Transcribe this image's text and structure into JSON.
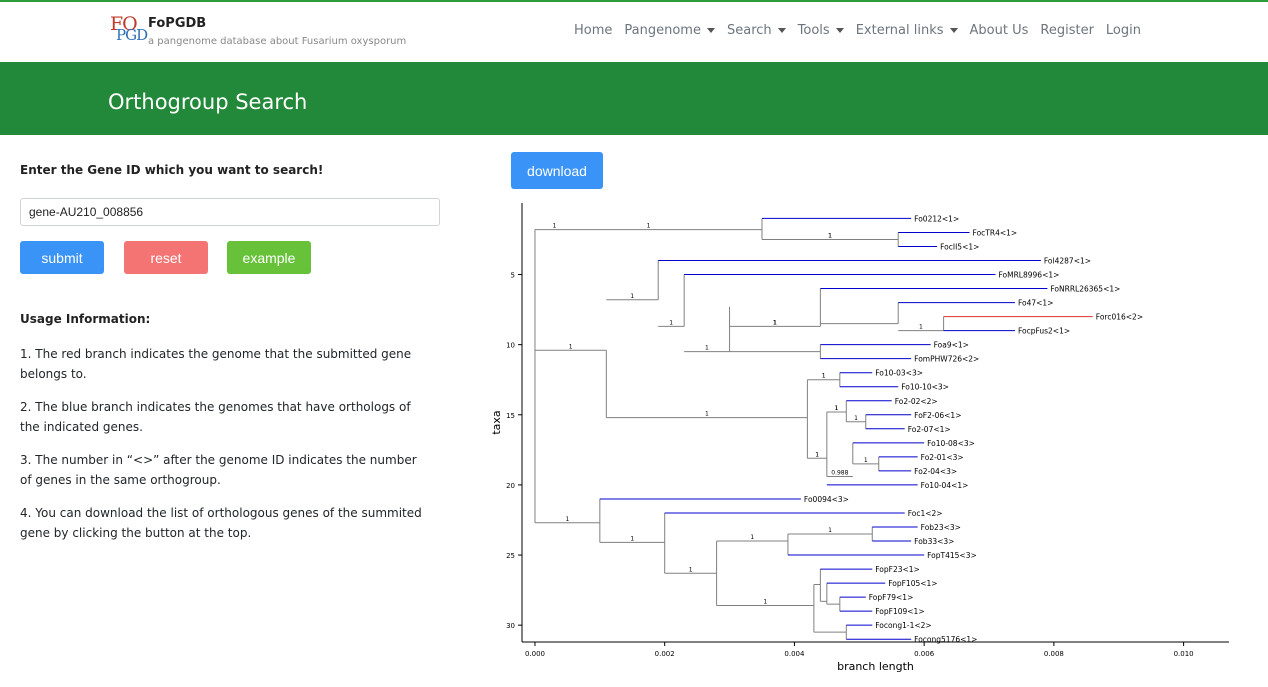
{
  "app": {
    "logo_text_top": "FO",
    "logo_text_bottom": "PGD",
    "name": "FoPGDB",
    "subtitle": "a pangenome database about Fusarium oxysporum"
  },
  "nav": [
    {
      "label": "Home",
      "dropdown": false
    },
    {
      "label": "Pangenome",
      "dropdown": true
    },
    {
      "label": "Search",
      "dropdown": true
    },
    {
      "label": "Tools",
      "dropdown": true
    },
    {
      "label": "External links",
      "dropdown": true
    },
    {
      "label": "About Us",
      "dropdown": false
    },
    {
      "label": "Register",
      "dropdown": false
    },
    {
      "label": "Login",
      "dropdown": false
    }
  ],
  "page": {
    "title": "Orthogroup Search"
  },
  "search": {
    "label": "Enter the Gene ID which you want to search!",
    "value": "gene-AU210_008856",
    "submit": "submit",
    "reset": "reset",
    "example": "example"
  },
  "usage": {
    "title": "Usage Information:",
    "items": [
      "1. The red branch indicates the genome that the submitted gene belongs to.",
      "2. The blue branch indicates the genomes that have orthologs of the indicated genes.",
      "3. The number in “<>” after the genome ID indicates the number of genes in the same orthogroup.",
      "4. You can download the list of orthologous genes of the summited gene by clicking the button at the top."
    ]
  },
  "download": {
    "label": "download"
  },
  "colors": {
    "green": "#23893a",
    "blue_branch": "#0000cc",
    "red_branch": "#e03030",
    "internal_branch": "#808080",
    "primary": "#3a93f6"
  },
  "chart_data": {
    "type": "tree",
    "xlabel": "branch length",
    "ylabel": "taxa",
    "xlim": [
      -0.0002,
      0.0107
    ],
    "ylim": [
      31.2,
      -0.1
    ],
    "x_ticks": [
      {
        "v": 0,
        "label": "0.000"
      },
      {
        "v": 0.002,
        "label": "0.002"
      },
      {
        "v": 0.004,
        "label": "0.004"
      },
      {
        "v": 0.006,
        "label": "0.006"
      },
      {
        "v": 0.008,
        "label": "0.008"
      },
      {
        "v": 0.01,
        "label": "0.010"
      }
    ],
    "y_ticks": [
      {
        "v": 5,
        "label": "5"
      },
      {
        "v": 10,
        "label": "10"
      },
      {
        "v": 15,
        "label": "15"
      },
      {
        "v": 20,
        "label": "20"
      },
      {
        "v": 25,
        "label": "25"
      },
      {
        "v": 30,
        "label": "30"
      }
    ],
    "leaves": [
      {
        "name": "Fo0212<1>",
        "y": 1,
        "x": 0.0058,
        "color": "blue"
      },
      {
        "name": "FocTR4<1>",
        "y": 2,
        "x": 0.0067,
        "color": "blue"
      },
      {
        "name": "FocII5<1>",
        "y": 3,
        "x": 0.0062,
        "color": "blue"
      },
      {
        "name": "Fol4287<1>",
        "y": 4,
        "x": 0.0078,
        "color": "blue"
      },
      {
        "name": "FoMRL8996<1>",
        "y": 5,
        "x": 0.0071,
        "color": "blue"
      },
      {
        "name": "FoNRRL26365<1>",
        "y": 6,
        "x": 0.0079,
        "color": "blue"
      },
      {
        "name": "Fo47<1>",
        "y": 7,
        "x": 0.0074,
        "color": "blue"
      },
      {
        "name": "Forc016<2>",
        "y": 8,
        "x": 0.0086,
        "color": "red"
      },
      {
        "name": "FocpFus2<1>",
        "y": 9,
        "x": 0.0074,
        "color": "blue"
      },
      {
        "name": "Foa9<1>",
        "y": 10,
        "x": 0.0061,
        "color": "blue"
      },
      {
        "name": "FomPHW726<2>",
        "y": 11,
        "x": 0.0058,
        "color": "blue"
      },
      {
        "name": "Fo10-03<3>",
        "y": 12,
        "x": 0.0052,
        "color": "blue"
      },
      {
        "name": "Fo10-10<3>",
        "y": 13,
        "x": 0.0056,
        "color": "blue"
      },
      {
        "name": "Fo2-02<2>",
        "y": 14,
        "x": 0.0055,
        "color": "blue"
      },
      {
        "name": "FoF2-06<1>",
        "y": 15,
        "x": 0.0058,
        "color": "blue"
      },
      {
        "name": "Fo2-07<1>",
        "y": 16,
        "x": 0.0057,
        "color": "blue"
      },
      {
        "name": "Fo10-08<3>",
        "y": 17,
        "x": 0.006,
        "color": "blue"
      },
      {
        "name": "Fo2-01<3>",
        "y": 18,
        "x": 0.0059,
        "color": "blue"
      },
      {
        "name": "Fo2-04<3>",
        "y": 19,
        "x": 0.0058,
        "color": "blue"
      },
      {
        "name": "Fo10-04<1>",
        "y": 20,
        "x": 0.0059,
        "color": "blue"
      },
      {
        "name": "Fo0094<3>",
        "y": 21,
        "x": 0.0041,
        "color": "blue"
      },
      {
        "name": "Foc1<2>",
        "y": 22,
        "x": 0.0057,
        "color": "blue"
      },
      {
        "name": "Fob23<3>",
        "y": 23,
        "x": 0.0059,
        "color": "blue"
      },
      {
        "name": "Fob33<3>",
        "y": 24,
        "x": 0.0058,
        "color": "blue"
      },
      {
        "name": "FopT415<3>",
        "y": 25,
        "x": 0.006,
        "color": "blue"
      },
      {
        "name": "FopF23<1>",
        "y": 26,
        "x": 0.0052,
        "color": "blue"
      },
      {
        "name": "FopF105<1>",
        "y": 27,
        "x": 0.0054,
        "color": "blue"
      },
      {
        "name": "FopF79<1>",
        "y": 28,
        "x": 0.0051,
        "color": "blue"
      },
      {
        "name": "FopF109<1>",
        "y": 29,
        "x": 0.0052,
        "color": "blue"
      },
      {
        "name": "Focong1-1<2>",
        "y": 30,
        "x": 0.0052,
        "color": "blue"
      },
      {
        "name": "Focong5176<1>",
        "y": 31,
        "x": 0.0058,
        "color": "blue"
      }
    ],
    "nodes": [
      {
        "x": 0.0,
        "y1": 1.8,
        "y2": 22.7,
        "support": "1"
      },
      {
        "x": 0.0035,
        "y1": 1,
        "y2": 2.5,
        "support": "1"
      },
      {
        "x": 0.0056,
        "y1": 2,
        "y2": 3,
        "support": "1"
      },
      {
        "x": 0.0011,
        "y1": 10.4,
        "y2": 15.2,
        "support": "1"
      },
      {
        "x": 0.0019,
        "y1": 4,
        "y2": 6.8,
        "support": "1"
      },
      {
        "x": 0.0023,
        "y1": 5,
        "y2": 8.7,
        "support": "1"
      },
      {
        "x": 0.003,
        "y1": 7.3,
        "y2": 10.5,
        "support": "1"
      },
      {
        "x": 0.0044,
        "y1": 6,
        "y2": 8.7,
        "support": "1"
      },
      {
        "x": 0.0056,
        "y1": 7,
        "y2": 8.5,
        "support": "1"
      },
      {
        "x": 0.0063,
        "y1": 8,
        "y2": 9,
        "support": "1"
      },
      {
        "x": 0.0044,
        "y1": 10,
        "y2": 11,
        "support": "1"
      },
      {
        "x": 0.0042,
        "y1": 12.5,
        "y2": 18.1,
        "support": "1"
      },
      {
        "x": 0.0047,
        "y1": 12,
        "y2": 13,
        "support": "1"
      },
      {
        "x": 0.0045,
        "y1": 14.8,
        "y2": 19.4,
        "support": "1"
      },
      {
        "x": 0.0048,
        "y1": 14,
        "y2": 15.5,
        "support": "1"
      },
      {
        "x": 0.0051,
        "y1": 15,
        "y2": 16,
        "support": "1"
      },
      {
        "x": 0.0049,
        "y1": 17,
        "y2": 18.5,
        "support": "0.988"
      },
      {
        "x": 0.0053,
        "y1": 18,
        "y2": 19,
        "support": "1"
      },
      {
        "x": 0.001,
        "y1": 21,
        "y2": 24.1,
        "support": "1"
      },
      {
        "x": 0.002,
        "y1": 22,
        "y2": 26.3,
        "support": "1"
      },
      {
        "x": 0.0028,
        "y1": 24,
        "y2": 28.6,
        "support": "1"
      },
      {
        "x": 0.0039,
        "y1": 23.5,
        "y2": 25,
        "support": "1"
      },
      {
        "x": 0.0052,
        "y1": 23,
        "y2": 24,
        "support": "1"
      },
      {
        "x": 0.0043,
        "y1": 27.1,
        "y2": 30.5,
        "support": "1"
      },
      {
        "x": 0.0044,
        "y1": 26,
        "y2": 28.3,
        "support": "1"
      },
      {
        "x": 0.0045,
        "y1": 27,
        "y2": 28.5,
        "support": "1"
      },
      {
        "x": 0.0047,
        "y1": 28,
        "y2": 29,
        "support": "1"
      },
      {
        "x": 0.0048,
        "y1": 30,
        "y2": 31,
        "support": "1"
      }
    ],
    "edges": [
      {
        "x1": 0.0,
        "x2": 0.0035,
        "y": 1.8
      },
      {
        "x1": 0.0035,
        "x2": 0.0056,
        "y": 2.5
      },
      {
        "x1": 0.0,
        "x2": 0.0011,
        "y": 10.4
      },
      {
        "x1": 0.0011,
        "x2": 0.0019,
        "y": 6.8
      },
      {
        "x1": 0.0019,
        "x2": 0.0023,
        "y": 8.7
      },
      {
        "x1": 0.0023,
        "x2": 0.003,
        "y": 10.5
      },
      {
        "x1": 0.003,
        "x2": 0.0044,
        "y": 8.7
      },
      {
        "x1": 0.0044,
        "x2": 0.0056,
        "y": 8.5
      },
      {
        "x1": 0.0056,
        "x2": 0.0063,
        "y": 9
      },
      {
        "x1": 0.003,
        "x2": 0.0044,
        "y": 10.5
      },
      {
        "x1": 0.0011,
        "x2": 0.0042,
        "y": 15.2
      },
      {
        "x1": 0.0042,
        "x2": 0.0047,
        "y": 12.5
      },
      {
        "x1": 0.0042,
        "x2": 0.0045,
        "y": 18.1
      },
      {
        "x1": 0.0045,
        "x2": 0.0048,
        "y": 14.8
      },
      {
        "x1": 0.0048,
        "x2": 0.0051,
        "y": 15.5
      },
      {
        "x1": 0.0045,
        "x2": 0.0049,
        "y": 19.4
      },
      {
        "x1": 0.0049,
        "x2": 0.0053,
        "y": 18.5
      },
      {
        "x1": 0.0,
        "x2": 0.001,
        "y": 22.7
      },
      {
        "x1": 0.001,
        "x2": 0.002,
        "y": 24.1
      },
      {
        "x1": 0.002,
        "x2": 0.0028,
        "y": 26.3
      },
      {
        "x1": 0.0028,
        "x2": 0.0039,
        "y": 24
      },
      {
        "x1": 0.0039,
        "x2": 0.0052,
        "y": 23.5
      },
      {
        "x1": 0.0028,
        "x2": 0.0043,
        "y": 28.6
      },
      {
        "x1": 0.0043,
        "x2": 0.0044,
        "y": 27.1
      },
      {
        "x1": 0.0044,
        "x2": 0.0045,
        "y": 28.3
      },
      {
        "x1": 0.0045,
        "x2": 0.0047,
        "y": 28.5
      },
      {
        "x1": 0.0043,
        "x2": 0.0048,
        "y": 30.5
      }
    ],
    "leaf_parents": [
      {
        "leaf": 0,
        "px": 0.0035
      },
      {
        "leaf": 1,
        "px": 0.0056
      },
      {
        "leaf": 2,
        "px": 0.0056
      },
      {
        "leaf": 3,
        "px": 0.0019
      },
      {
        "leaf": 4,
        "px": 0.0023
      },
      {
        "leaf": 5,
        "px": 0.0044
      },
      {
        "leaf": 6,
        "px": 0.0056
      },
      {
        "leaf": 7,
        "px": 0.0063
      },
      {
        "leaf": 8,
        "px": 0.0063
      },
      {
        "leaf": 9,
        "px": 0.0044
      },
      {
        "leaf": 10,
        "px": 0.0044
      },
      {
        "leaf": 11,
        "px": 0.0047
      },
      {
        "leaf": 12,
        "px": 0.0047
      },
      {
        "leaf": 13,
        "px": 0.0048
      },
      {
        "leaf": 14,
        "px": 0.0051
      },
      {
        "leaf": 15,
        "px": 0.0051
      },
      {
        "leaf": 16,
        "px": 0.0049
      },
      {
        "leaf": 17,
        "px": 0.0053
      },
      {
        "leaf": 18,
        "px": 0.0053
      },
      {
        "leaf": 19,
        "px": 0.0045
      },
      {
        "leaf": 20,
        "px": 0.001
      },
      {
        "leaf": 21,
        "px": 0.002
      },
      {
        "leaf": 22,
        "px": 0.0052
      },
      {
        "leaf": 23,
        "px": 0.0052
      },
      {
        "leaf": 24,
        "px": 0.0039
      },
      {
        "leaf": 25,
        "px": 0.0044
      },
      {
        "leaf": 26,
        "px": 0.0045
      },
      {
        "leaf": 27,
        "px": 0.0047
      },
      {
        "leaf": 28,
        "px": 0.0047
      },
      {
        "leaf": 29,
        "px": 0.0048
      },
      {
        "leaf": 30,
        "px": 0.0048
      }
    ]
  }
}
